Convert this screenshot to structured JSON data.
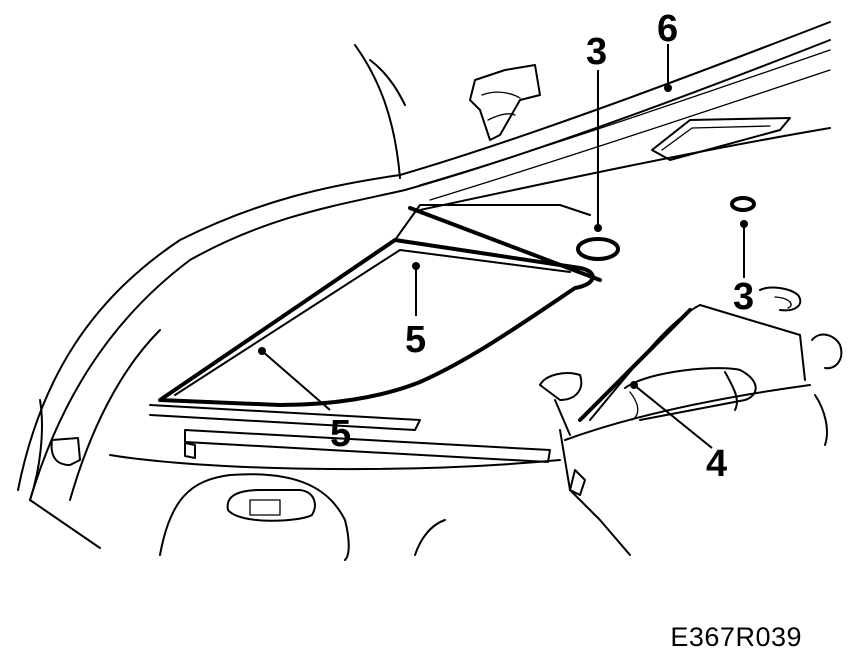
{
  "callouts": [
    {
      "id": "c1",
      "label": "3"
    },
    {
      "id": "c2",
      "label": "6"
    },
    {
      "id": "c3",
      "label": "3"
    },
    {
      "id": "c4",
      "label": "5"
    },
    {
      "id": "c5",
      "label": "5"
    },
    {
      "id": "c6",
      "label": "4"
    }
  ],
  "reference_code": "E367R039",
  "colors": {
    "ink": "#000000",
    "paper": "#ffffff"
  }
}
